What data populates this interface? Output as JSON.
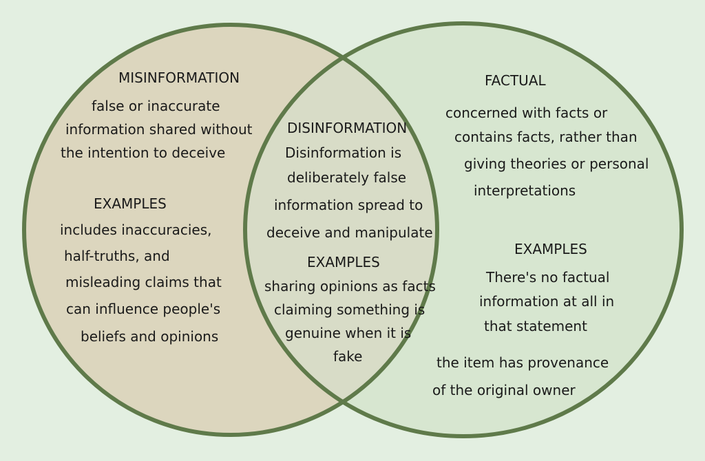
{
  "colors": {
    "background": "#e3efe1",
    "left_fill": "#dcd6be",
    "right_fill": "#d7e6d0",
    "overlap_fill": "#d8dcc7",
    "outline": "#5f7a4a"
  },
  "left": {
    "heading": "MISINFORMATION",
    "description": [
      "false or inaccurate",
      "information shared without",
      "the intention to deceive"
    ],
    "examples_heading": "EXAMPLES",
    "examples": [
      "includes inaccuracies,",
      "half-truths, and",
      "misleading claims that",
      "can influence people's",
      "beliefs and opinions"
    ]
  },
  "center": {
    "heading": "DISINFORMATION",
    "description": [
      "Disinformation is",
      "deliberately false",
      "information spread to",
      "deceive and manipulate"
    ],
    "examples_heading": "EXAMPLES",
    "examples": [
      "sharing opinions as facts",
      "claiming something is",
      "genuine when it is",
      "fake"
    ]
  },
  "right": {
    "heading": "FACTUAL",
    "description": [
      "concerned with facts or",
      "contains facts, rather than",
      "giving theories or personal",
      "interpretations"
    ],
    "examples_heading": "EXAMPLES",
    "examples": [
      "There's no factual",
      "information at all in",
      "that statement"
    ],
    "extra": [
      "the item has provenance",
      "of the original owner"
    ]
  }
}
